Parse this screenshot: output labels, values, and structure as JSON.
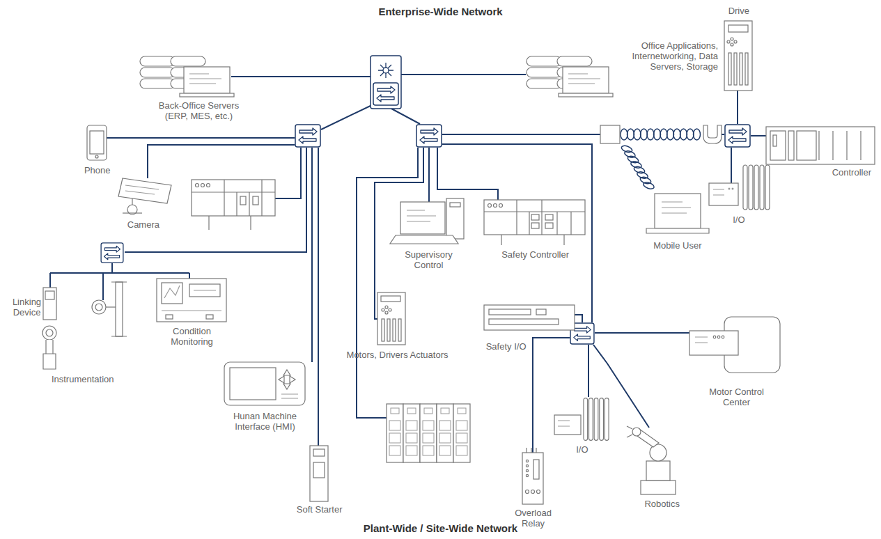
{
  "diagram": {
    "title": "Enterprise-Wide Network",
    "caption": "Plant-Wide / Site-Wide Network",
    "nodes": [
      {
        "text": [
          "Drive"
        ]
      },
      {
        "text": [
          "Office Applications, Internetworking, Data Servers, Storage"
        ]
      },
      {
        "text": [
          "Back-Office Servers (ERP, MES, etc.)"
        ]
      },
      {
        "text": [
          "Phone"
        ]
      },
      {
        "text": [
          "Controller"
        ]
      },
      {
        "text": [
          "Camera"
        ]
      },
      {
        "text": [
          "I/O"
        ]
      },
      {
        "text": [
          "Supervisory Control"
        ]
      },
      {
        "text": [
          "Safety Controller"
        ]
      },
      {
        "text": [
          "Mobile User"
        ]
      },
      {
        "text": [
          "Linking Device"
        ]
      },
      {
        "text": [
          "Condition Monitoring"
        ]
      },
      {
        "text": [
          "Safety I/O"
        ]
      },
      {
        "text": [
          "Motors, Drivers Actuators"
        ]
      },
      {
        "text": [
          "Instrumentation"
        ]
      },
      {
        "text": [
          "Motor Control Center"
        ]
      },
      {
        "text": [
          "Hunan Machine Interface (HMI)"
        ]
      },
      {
        "text": [
          "I/O"
        ]
      },
      {
        "text": [
          "Soft Starter"
        ]
      },
      {
        "text": [
          "Overload Relay"
        ]
      },
      {
        "text": [
          "Robotics"
        ]
      }
    ]
  }
}
